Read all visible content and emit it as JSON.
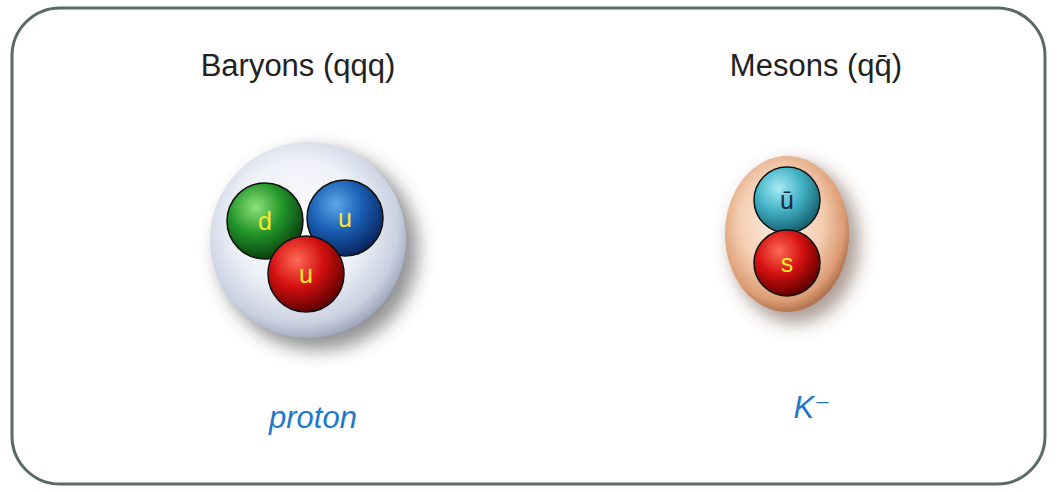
{
  "diagram": {
    "nodes": [
      {
        "text": [
          "d"
        ]
      },
      {
        "text": [
          "u"
        ]
      },
      {
        "text": [
          "u"
        ]
      },
      {
        "text": [
          "ū"
        ]
      },
      {
        "text": [
          "s"
        ]
      }
    ],
    "labels": [
      "Baryons (qqq)",
      "Mesons (qq̄)",
      "proton",
      "K⁻"
    ]
  }
}
